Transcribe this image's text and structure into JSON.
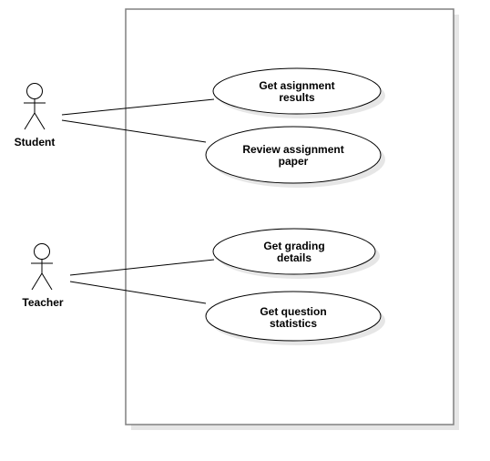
{
  "actors": [
    {
      "id": "student",
      "label": "Student"
    },
    {
      "id": "teacher",
      "label": "Teacher"
    }
  ],
  "use_cases": [
    {
      "id": "get-assignment-results",
      "lines": [
        "Get asignment",
        "results"
      ]
    },
    {
      "id": "review-assignment-paper",
      "lines": [
        "Review assignment",
        "paper"
      ]
    },
    {
      "id": "get-grading-details",
      "lines": [
        "Get grading",
        "details"
      ]
    },
    {
      "id": "get-question-statistics",
      "lines": [
        "Get question",
        "statistics"
      ]
    }
  ],
  "associations": [
    {
      "actor": "student",
      "use_case": "get-assignment-results"
    },
    {
      "actor": "student",
      "use_case": "review-assignment-paper"
    },
    {
      "actor": "teacher",
      "use_case": "get-grading-details"
    },
    {
      "actor": "teacher",
      "use_case": "get-question-statistics"
    }
  ],
  "colors": {
    "stroke": "#000000",
    "boundary_stroke": "#808080",
    "shadow": "#e6e6e6",
    "fill": "#ffffff"
  }
}
